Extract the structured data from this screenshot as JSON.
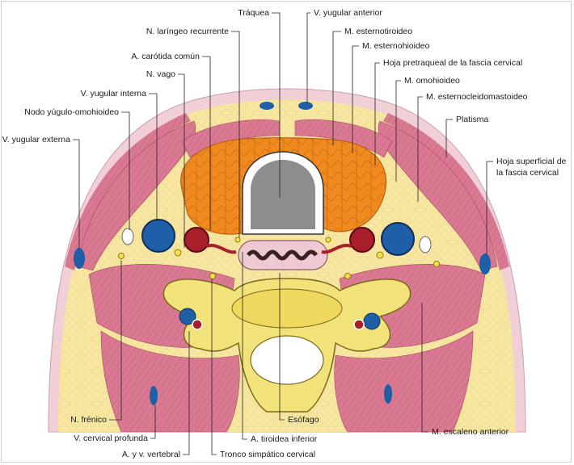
{
  "figure": {
    "title": "Corte transversal del cuello",
    "labels": {
      "traquea": "Tráquea",
      "v_yugular_anterior": "V. yugular anterior",
      "n_laringeo_recurrente": "N. laríngeo recurrente",
      "m_esternotiroideo": "M. esternotiroideo",
      "a_carotida_comun": "A. carótida común",
      "m_esternohioideo": "M. esternohioideo",
      "hoja_pretraqueal": "Hoja pretraqueal de la fascia cervical",
      "n_vago": "N. vago",
      "m_omohioideo": "M. omohioideo",
      "v_yugular_interna": "V. yugular interna",
      "m_esternocleidomastoideo": "M. esternocleidomastoideo",
      "nodo_yugulo_omohioideo": "Nodo yúgulo-omohioideo",
      "platisma": "Platisma",
      "v_yugular_externa": "V. yugular externa",
      "hoja_superficial_1": "Hoja superficial de",
      "hoja_superficial_2": "la fascia cervical",
      "n_frenico": "N. frénico",
      "esofago": "Esófago",
      "v_cervical_profunda": "V. cervical profunda",
      "m_escaleno_anterior": "M. escaleno anterior",
      "a_tiroidea_inferior": "A. tiroidea inferior",
      "a_y_v_vertebral": "A. y v. vertebral",
      "tronco_simpatico": "Tronco simpático cervical"
    }
  },
  "colors": {
    "skin": "#f0cfd6",
    "fat": "#f7e7a3",
    "muscle": "#d97a92",
    "muscle_dark": "#b8506c",
    "thyroid": "#f08a1e",
    "trachea": "#8d8d8d",
    "vein": "#1f5fa8",
    "artery": "#a81e2a",
    "bone": "#f2e27a",
    "nerve": "#f3e04a",
    "esophagus_mucosa": "#5b3a3a"
  }
}
